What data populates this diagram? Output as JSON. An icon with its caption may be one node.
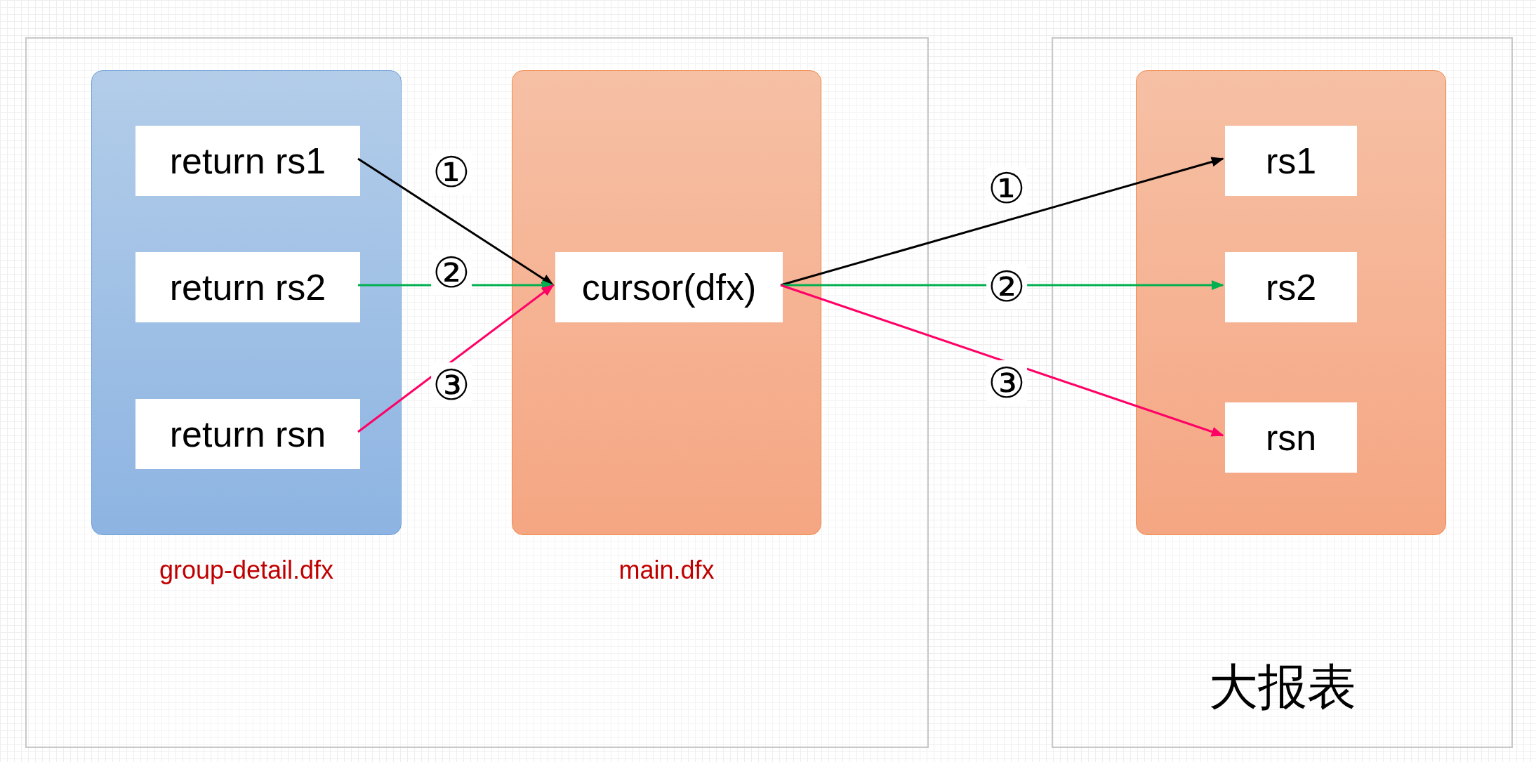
{
  "diagram": {
    "nodes": [
      {
        "text": [],
        "shape": "box"
      },
      {
        "text": [],
        "shape": "box",
        "in": 0,
        "beside": [
          "group-detail.dfx"
        ]
      },
      {
        "text": [
          "return rs1"
        ],
        "in": 1
      },
      {
        "text": [
          "return rs2"
        ],
        "in": 1
      },
      {
        "text": [
          "return rsn"
        ],
        "in": 1
      },
      {
        "text": [],
        "shape": "box",
        "in": 0,
        "beside": [
          "main.dfx"
        ]
      },
      {
        "text": [
          "cursor(dfx)"
        ],
        "in": 5
      },
      {
        "text": [
          "大报表"
        ]
      },
      {
        "text": [],
        "shape": "box",
        "in": 7
      },
      {
        "text": [
          "rs1"
        ],
        "in": 8
      },
      {
        "text": [
          "rs2"
        ],
        "in": 8
      },
      {
        "text": [
          "rsn"
        ],
        "in": 8
      }
    ],
    "edges": [
      {
        "from": 2,
        "to": 6,
        "arrow": "to"
      },
      {
        "from": 3,
        "to": 6,
        "arrow": "to",
        "color": "#00b050"
      },
      {
        "from": 4,
        "to": 6,
        "arrow": "to",
        "color": "#ff0066"
      },
      {
        "from": 6,
        "to": 9,
        "arrow": "to"
      },
      {
        "from": 6,
        "to": 10,
        "arrow": "to",
        "color": "#00b050"
      },
      {
        "from": 6,
        "to": 11,
        "arrow": "to",
        "color": "#ff0066"
      }
    ],
    "labels": [
      "①",
      "①",
      "②",
      "②",
      "③",
      "③"
    ]
  }
}
